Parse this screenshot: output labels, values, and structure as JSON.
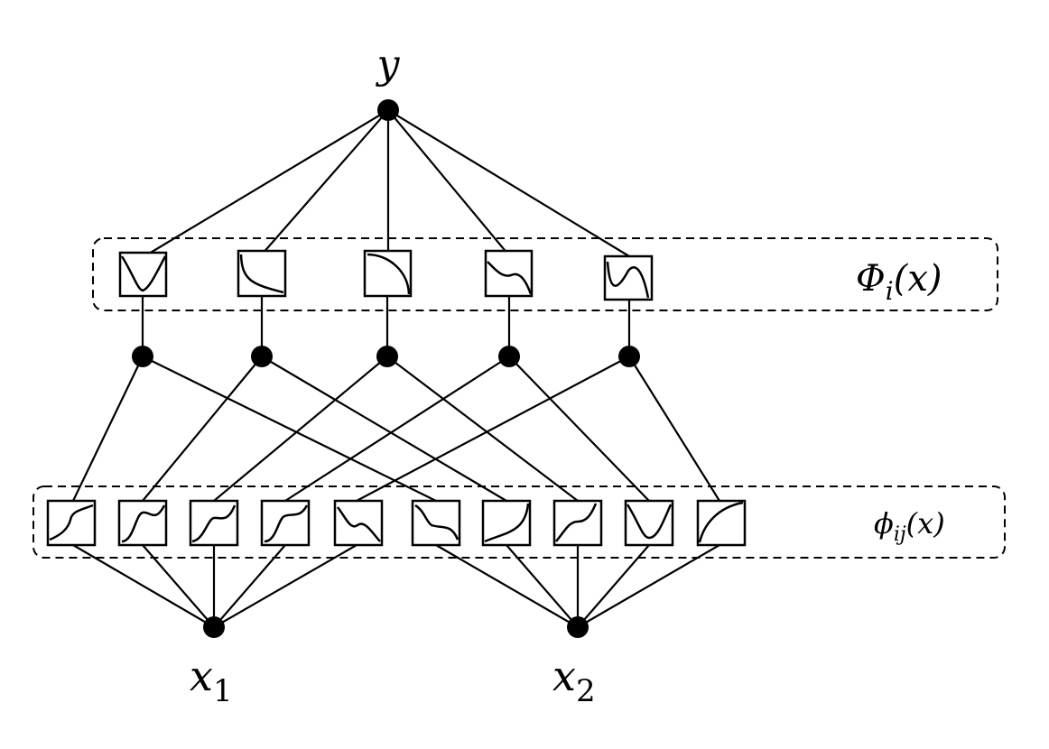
{
  "labels": {
    "output": "y",
    "outer_layer": "Φ",
    "outer_layer_sub": "i",
    "outer_layer_arg": "(x)",
    "inner_layer": "ϕ",
    "inner_layer_sub": "ij",
    "inner_layer_arg": "(x)",
    "input1": "x",
    "input1_sub": "1",
    "input2": "x",
    "input2_sub": "2"
  },
  "colors": {
    "stroke": "#000000",
    "background": "#ffffff"
  }
}
